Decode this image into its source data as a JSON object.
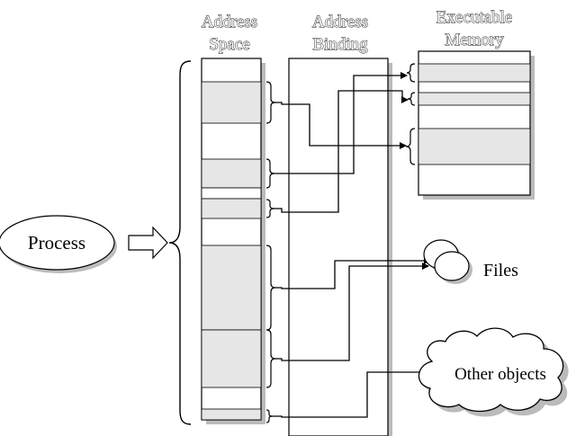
{
  "diagram": {
    "headers": {
      "address_space_line1": "Address",
      "address_space_line2": "Space",
      "address_binding_line1": "Address",
      "address_binding_line2": "Binding",
      "executable_memory_line1": "Executable",
      "executable_memory_line2": "Memory"
    },
    "process_label": "Process",
    "files_label": "Files",
    "other_objects_label": "Other objects"
  },
  "colors": {
    "shaded_region": "#e6e6e6",
    "line": "#000000",
    "background": "#ffffff"
  }
}
